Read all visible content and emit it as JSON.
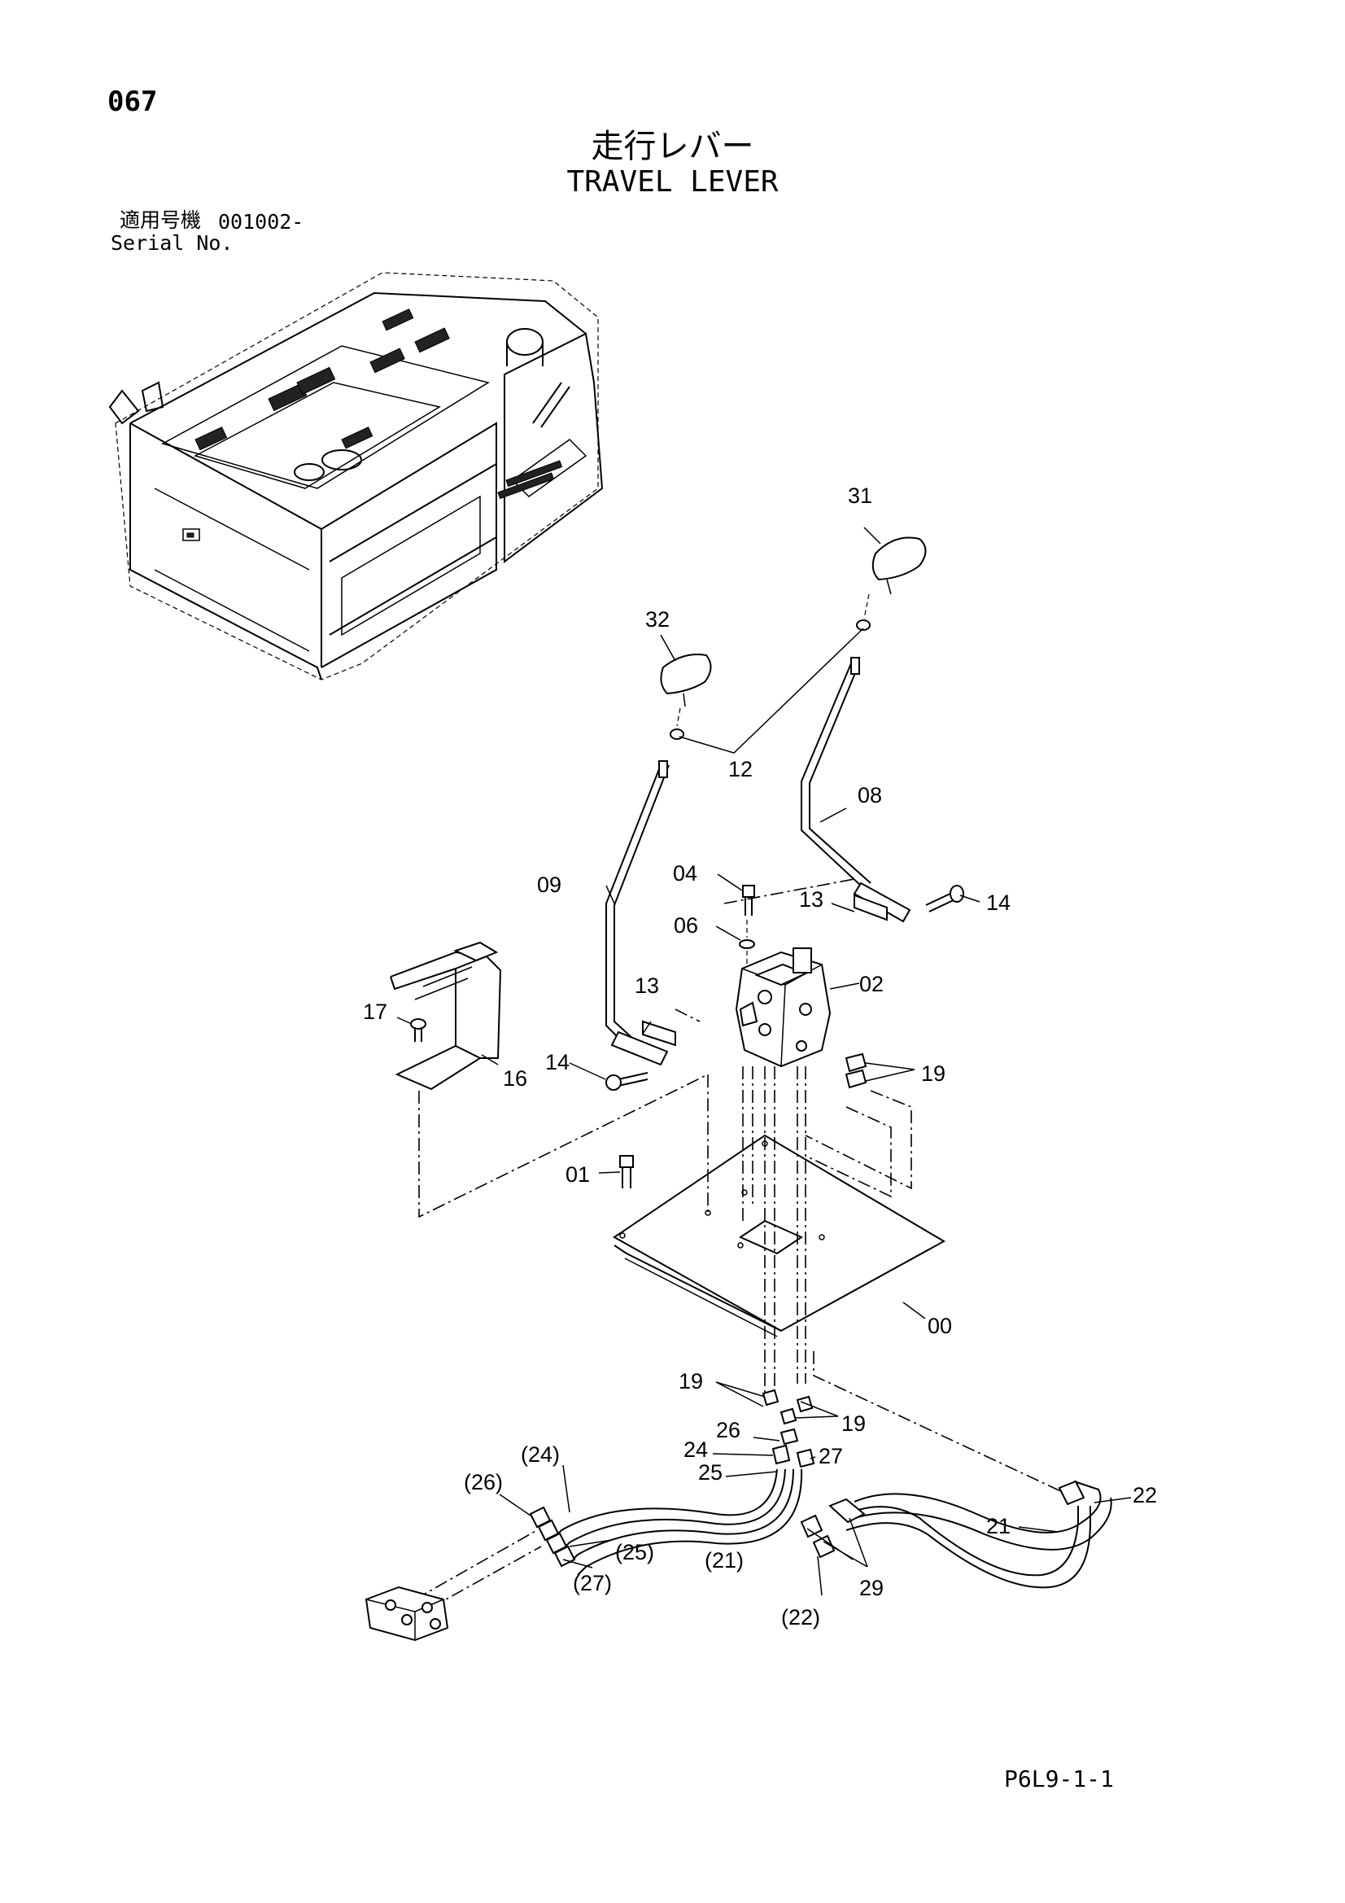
{
  "header": {
    "page_number": "067",
    "title_jp": "走行レバー",
    "title_en": "TRAVEL LEVER",
    "serial_label_jp": "適用号機",
    "serial_value": "001002-",
    "serial_label_en": "Serial No."
  },
  "footer": {
    "figure_code": "P6L9-1-1"
  },
  "callouts": [
    "31",
    "32",
    "12",
    "08",
    "09",
    "04",
    "06",
    "13",
    "14",
    "13",
    "02",
    "17",
    "16",
    "14",
    "19",
    "01",
    "00",
    "19",
    "19",
    "26",
    "24",
    "25",
    "27",
    "(24)",
    "(26)",
    "(25)",
    "(27)",
    "22",
    "21",
    "(21)",
    "29",
    "(22)"
  ]
}
